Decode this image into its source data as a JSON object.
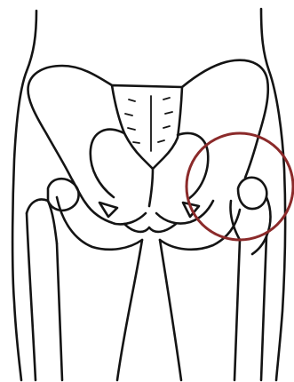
{
  "illustration": {
    "subject": "pelvis-and-proximal-femurs-line-drawing",
    "line_color": "#141414",
    "background_color": "#ffffff",
    "highlight": {
      "shape": "circle",
      "target": "right-hip-joint",
      "color": "#8b2a2a"
    }
  }
}
